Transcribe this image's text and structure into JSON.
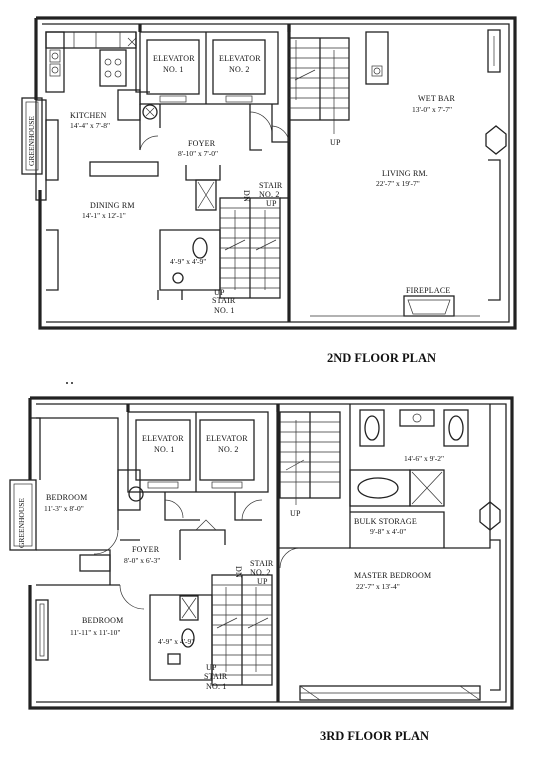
{
  "floor2": {
    "title": "2ND FLOOR PLAN",
    "kitchen": {
      "name": "KITCHEN",
      "dims": "14'-4\" x 7'-8\""
    },
    "greenhouse": "GREENHOUSE",
    "elevator1": {
      "name": "ELEVATOR",
      "no": "NO. 1"
    },
    "elevator2": {
      "name": "ELEVATOR",
      "no": "NO. 2"
    },
    "foyer": {
      "name": "FOYER",
      "dims": "8'-10\" x 7'-0\""
    },
    "dining": {
      "name": "DINING RM",
      "dims": "14'-1\" x 12'-1\""
    },
    "wetbar": {
      "name": "WET BAR",
      "dims": "13'-0\" x 7'-7\""
    },
    "living": {
      "name": "LIVING RM.",
      "dims": "22'-7\" x 19'-7\""
    },
    "fireplace": "FIREPLACE",
    "stair2": {
      "name": "STAIR",
      "no": "NO. 2"
    },
    "stair1": {
      "name": "STAIR",
      "no": "NO. 1"
    },
    "bath_dims": "4'-9\" x 4'-9\"",
    "up_a": "UP",
    "up_b": "UP",
    "up_c": "UP",
    "dn": "DN"
  },
  "floor3": {
    "title": "3RD FLOOR PLAN",
    "greenhouse": "GREENHOUSE",
    "bedroom_a": {
      "name": "BEDROOM",
      "dims": "11'-3\" x 8'-0\""
    },
    "bedroom_b": {
      "name": "BEDROOM",
      "dims": "11'-11\" x 11'-10\""
    },
    "elevator1": {
      "name": "ELEVATOR",
      "no": "NO. 1"
    },
    "elevator2": {
      "name": "ELEVATOR",
      "no": "NO. 2"
    },
    "foyer": {
      "name": "FOYER",
      "dims": "8'-0\" x 6'-3\""
    },
    "master_bath_dims": "14'-6\" x 9'-2\"",
    "bulk": {
      "name": "BULK STORAGE",
      "dims": "9'-8\" x 4'-0\""
    },
    "master": {
      "name": "MASTER BEDROOM",
      "dims": "22'-7\" x 13'-4\""
    },
    "stair2": {
      "name": "STAIR",
      "no": "NO. 2"
    },
    "stair1": {
      "name": "STAIR",
      "no": "NO. 1"
    },
    "bath_dims": "4'-9\" x 4'-9\"",
    "up_a": "UP",
    "up_b": "UP",
    "up_c": "UP",
    "dn": "DN"
  }
}
